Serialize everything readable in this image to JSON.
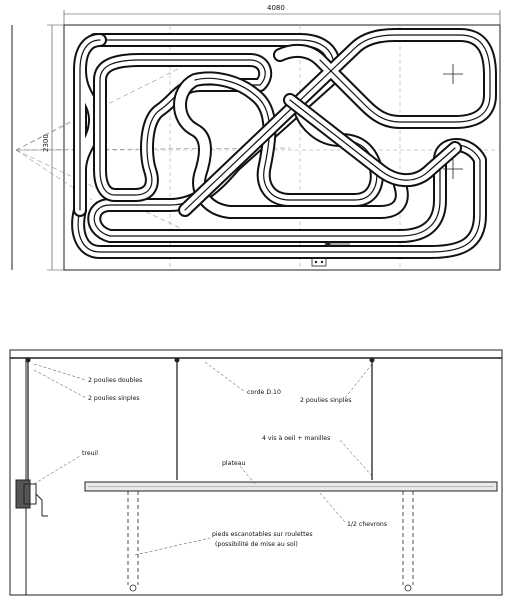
{
  "top_plan": {
    "width_dimension": "4080",
    "height_dimension": "2300"
  },
  "side_elevation": {
    "labels": {
      "poulies_doubles": "2 poulies doubles",
      "poulies_simples_left": "2 poulies sinples",
      "corde": "corde D.10",
      "poulies_simples_right": "2 poulies sinples",
      "vis_oeil": "4 vis à oeil + manilles",
      "treuil": "treuil",
      "plateau": "plateau",
      "chevrons": "1/2 chevrons",
      "pieds_line1": "pieds escanotables sur roulettes",
      "pieds_line2": "(possibilité de mise au sol)"
    }
  }
}
